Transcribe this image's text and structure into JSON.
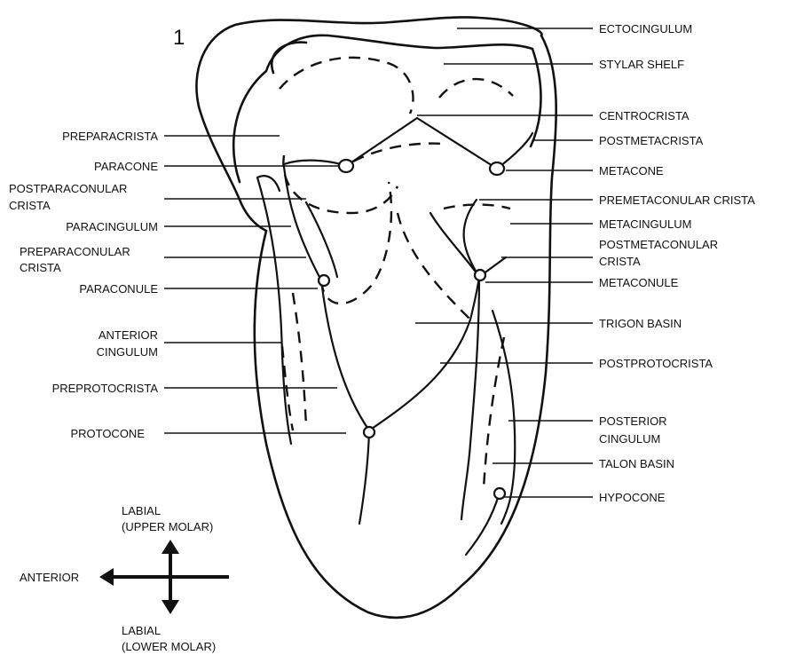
{
  "figure_number": "1",
  "labels": {
    "ectocingulum": "ECTOCINGULUM",
    "stylar_shelf": "STYLAR SHELF",
    "centrocrista": "CENTROCRISTA",
    "postmetacrista": "POSTMETACRISTA",
    "metacone": "METACONE",
    "premetaconular_crista": "PREMETACONULAR CRISTA",
    "metacingulum": "METACINGULUM",
    "postmetaconular_crista_1": "POSTMETACONULAR",
    "postmetaconular_crista_2": "CRISTA",
    "metaconule": "METACONULE",
    "trigon_basin": "TRIGON BASIN",
    "postprotocrista": "POSTPROTOCRISTA",
    "posterior_cingulum_1": "POSTERIOR",
    "posterior_cingulum_2": "CINGULUM",
    "talon_basin": "TALON BASIN",
    "hypocone": "HYPOCONE",
    "preparacrista": "PREPARACRISTA",
    "paracone": "PARACONE",
    "postparaconular_crista_1": "POSTPARACONULAR",
    "postparaconular_crista_2": "CRISTA",
    "paracingulum": "PARACINGULUM",
    "preparaconular_crista_1": "PREPARACONULAR",
    "preparaconular_crista_2": "CRISTA",
    "paraconule": "PARACONULE",
    "anterior_cingulum_1": "ANTERIOR",
    "anterior_cingulum_2": "CINGULUM",
    "preprotocrista": "PREPROTOCRISTA",
    "protocone": "PROTOCONE"
  },
  "orientation": {
    "labial_upper_1": "LABIAL",
    "labial_upper_2": "(UPPER MOLAR)",
    "anterior": "ANTERIOR",
    "labial_lower_1": "LABIAL",
    "labial_lower_2": "(LOWER MOLAR)"
  }
}
